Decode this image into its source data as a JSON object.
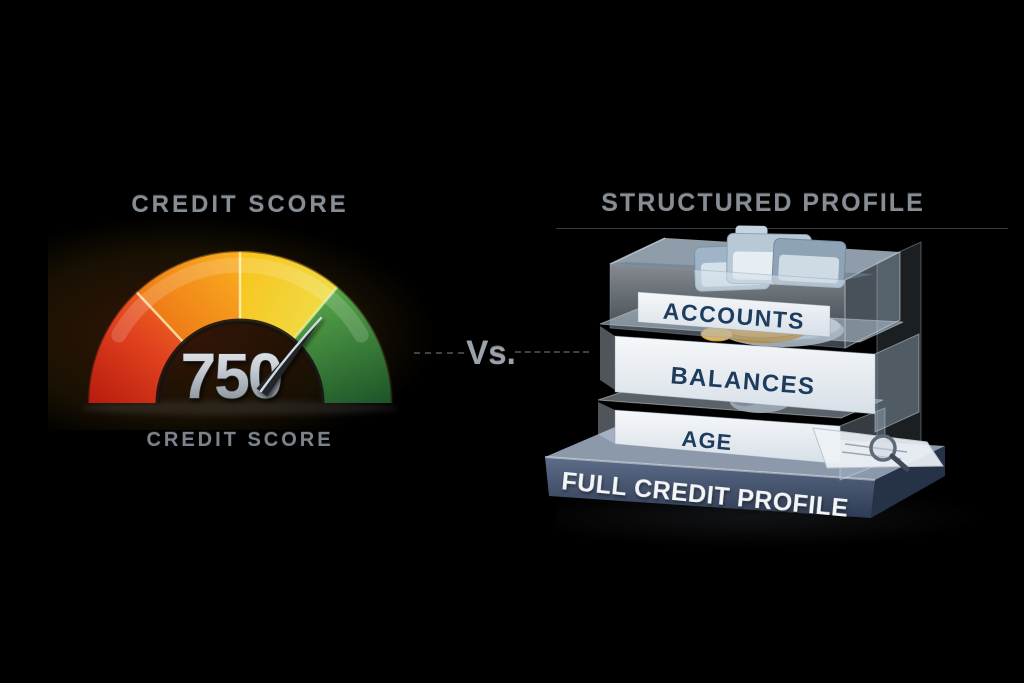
{
  "canvas": {
    "background_color": "#000000"
  },
  "left_panel": {
    "title": "CREDIT SCORE",
    "caption": "CREDIT SCORE",
    "gauge": {
      "score": "750",
      "needle_angle_deg": 50,
      "segments": [
        {
          "name": "red",
          "color": "#d23418"
        },
        {
          "name": "orange",
          "color": "#f28a1d"
        },
        {
          "name": "yellow",
          "color": "#f6d22a"
        },
        {
          "name": "green",
          "color": "#3e8e3e"
        }
      ],
      "score_text_color": "#c9ced5"
    }
  },
  "divider": {
    "vs_label": "Vs."
  },
  "right_panel": {
    "title": "STRUCTURED PROFILE",
    "layers": [
      {
        "label": "ACCOUNTS",
        "icon": "folders-icon"
      },
      {
        "label": "BALANCES",
        "icon": "pie-chart-icon"
      },
      {
        "label": "AGE",
        "icon": "clock-icon"
      }
    ],
    "base_label": "FULL CREDIT PROFILE",
    "side_icon": "document-magnifier-icon",
    "colors": {
      "layer_text": "#1e3c5e",
      "base_text": "#f3f5f7",
      "base_front": "#46556f",
      "glass": "#b9c9d8",
      "pie_gold": "#d9a84a",
      "pie_silver": "#b3bec7"
    }
  }
}
